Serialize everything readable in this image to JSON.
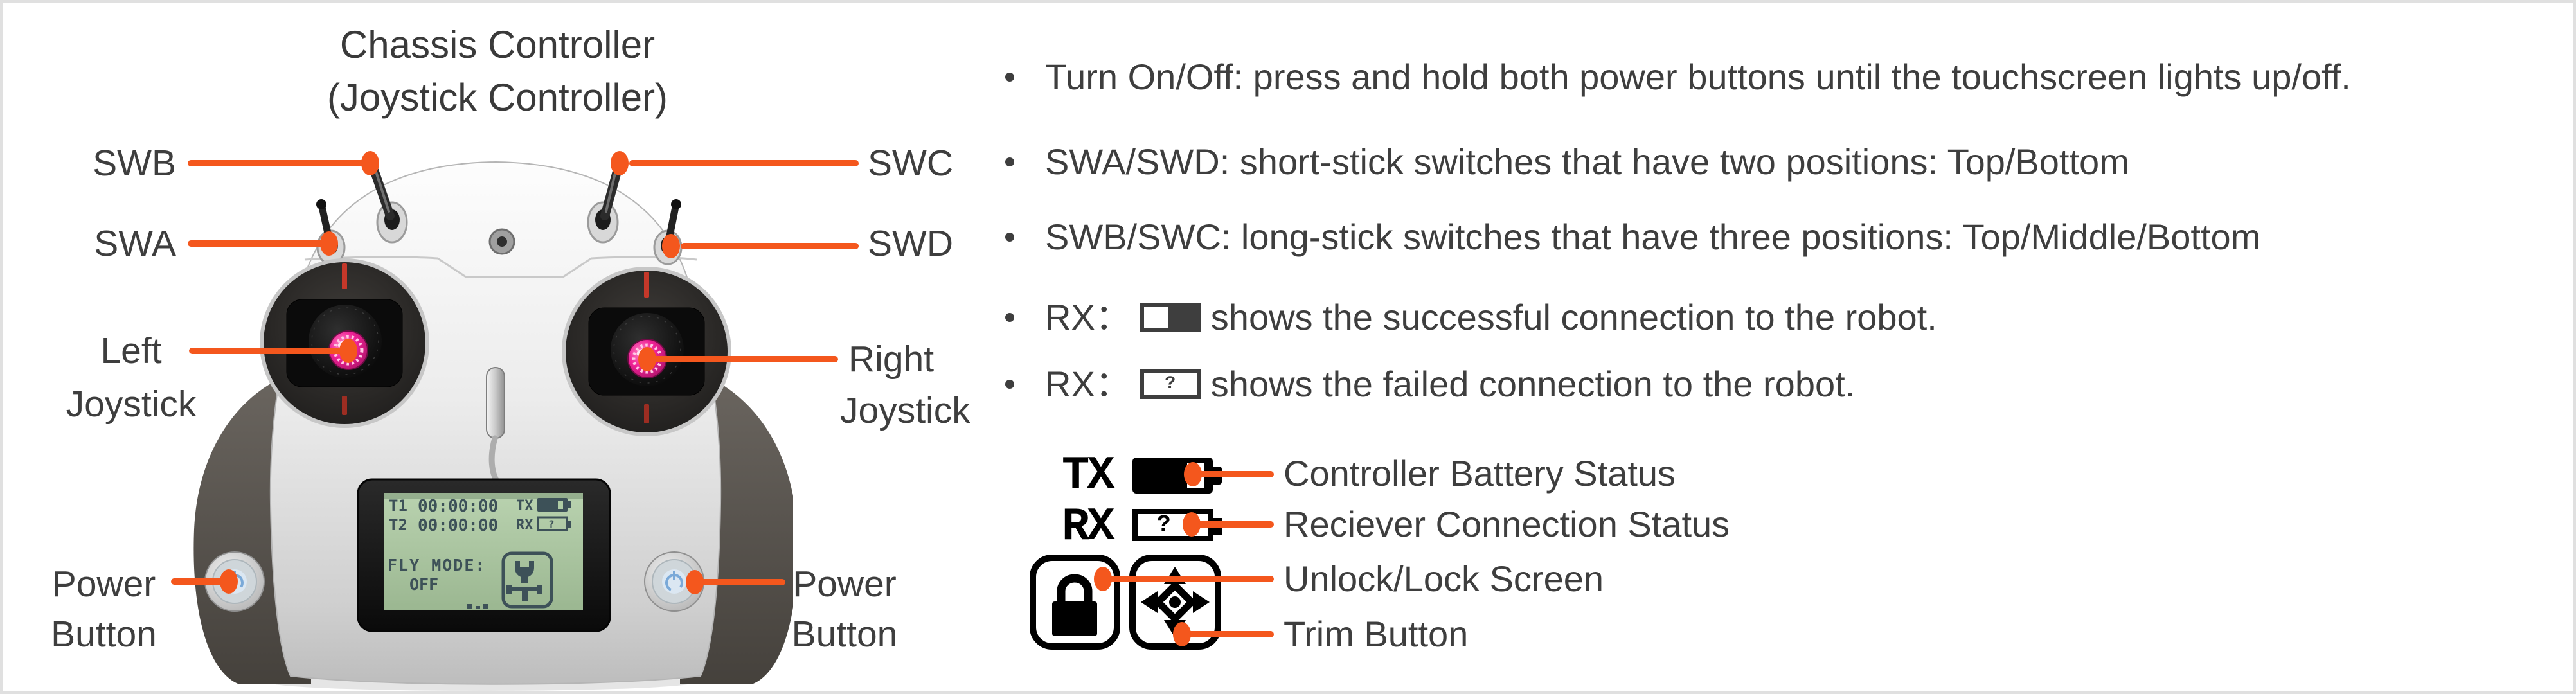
{
  "colors": {
    "accent": "#F4571D",
    "text": "#3E3E3E",
    "frame_border": "#E0E0E0",
    "lcd_screen": "#AECBA4",
    "lcd_ink": "#3D5158"
  },
  "title": {
    "line1": "Chassis Controller",
    "line2": "(Joystick Controller)"
  },
  "labels": {
    "swb": "SWB",
    "swa": "SWA",
    "swc": "SWC",
    "swd": "SWD",
    "left_joystick_line1": "Left",
    "left_joystick_line2": "Joystick",
    "right_joystick_line1": "Right",
    "right_joystick_line2": "Joystick",
    "power_left_line1": "Power",
    "power_left_line2": "Button",
    "power_right_line1": "Power",
    "power_right_line2": "Button"
  },
  "lcd": {
    "t1_label": "T1",
    "t1_value": "00:00:00",
    "t2_label": "T2",
    "t2_value": "00:00:00",
    "tx_label": "TX",
    "rx_label": "RX",
    "rx_unknown": "?",
    "fly_mode_line1": "FLY MODE:",
    "fly_mode_line2": "OFF"
  },
  "bullets": {
    "b1": "Turn On/Off: press and hold both power buttons until the touchscreen lights up/off.",
    "b2": "SWA/SWD: short-stick switches that have two positions: Top/Bottom",
    "b3": "SWB/SWC: long-stick switches that have three positions: Top/Middle/Bottom",
    "b4_prefix": "RX：",
    "b4_suffix": "shows the successful connection to the robot.",
    "b5_prefix": "RX：",
    "b5_icon_glyph": "?",
    "b5_suffix": "shows the failed connection to the robot."
  },
  "annotations": {
    "tx_glyph": "TX",
    "rx_glyph": "RX",
    "controller_battery": "Controller Battery Status",
    "receiver_connection": "Reciever Connection Status",
    "unlock_lock": "Unlock/Lock Screen",
    "trim_button": "Trim Button"
  }
}
